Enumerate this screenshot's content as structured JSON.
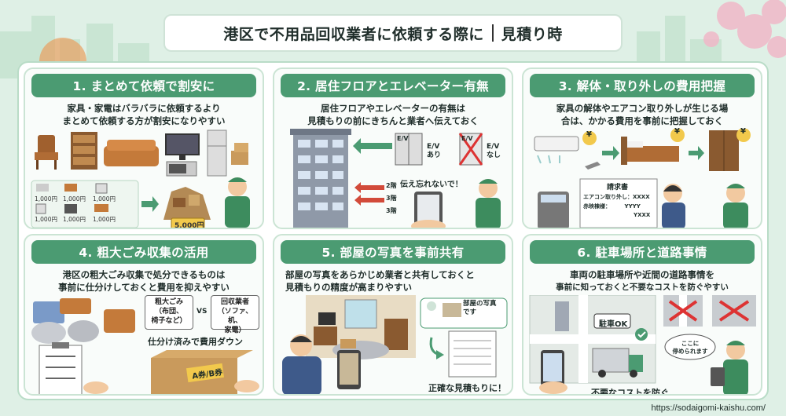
{
  "title": {
    "main": "港区で不用品回収業者に依頼する際に",
    "sub": "見積り時"
  },
  "url": "https://sodaigomi-kaishu.com/",
  "colors": {
    "panel_head": "#4b9b72",
    "board": "#ffffff",
    "background": "#dff0e6",
    "accent": "#e8b64a"
  },
  "panels": [
    {
      "heading": "1. まとめて依頼で割安に",
      "desc_line1": "家具・家電はバラバラに依頼するより",
      "desc_line2": "まとめて依頼する方が割安になりやすい",
      "prices": [
        "1,000円",
        "1,000円",
        "1,000円",
        "1,000円",
        "1,000円",
        "1,000円"
      ],
      "total": "5,000円"
    },
    {
      "heading": "2. 居住フロアとエレベーター有無",
      "desc_line1": "居住フロアやエレベーターの有無は",
      "desc_line2": "見積もりの前にきちんと業者へ伝えておく",
      "ev_yes_top": "E/V",
      "ev_yes": "E/V あり",
      "ev_no_top": "E/V",
      "ev_no": "E/V なし",
      "floors": [
        "2階",
        "3階",
        "3階"
      ],
      "bubble": "伝え忘れないで！"
    },
    {
      "heading": "3. 解体・取り外しの費用把握",
      "desc_line1": "家具の解体やエアコン取り外しが生じる場",
      "desc_line2": "合は、かかる費用を事前に把握しておく",
      "yen": "¥",
      "invoice_title": "請求書",
      "invoice_line1": "エアコン取り外し：XXXX",
      "invoice_line2": "赤映棟様：　　　YYYY",
      "invoice_line3": "YXXX"
    },
    {
      "heading": "4. 粗大ごみ収集の活用",
      "desc_line1": "港区の粗大ごみ収集で処分できるものは",
      "desc_line2": "事前に仕分けしておくと費用を抑えやすい",
      "tag_left_line1": "粗大ごみ",
      "tag_left_line2": "（布団、",
      "tag_left_line3": "椅子など）",
      "vs": "VS",
      "tag_right_line1": "回収業者",
      "tag_right_line2": "（ソファ、机、",
      "tag_right_line3": "家電）",
      "caption": "仕分け済みで費用ダウン",
      "box_label": "A券/B券"
    },
    {
      "heading": "5. 部屋の写真を事前共有",
      "desc_line1": "部屋の写真をあらかじめ業者と共有しておくと",
      "desc_line2": "見積もりの精度が高まりやすい",
      "bubble_line1": "部屋の写真",
      "bubble_line2": "です",
      "caption": "正確な見積もりに！"
    },
    {
      "heading": "6. 駐車場所と道路事情",
      "desc_line1": "車両の駐車場所や近間の道路事情を",
      "desc_line2": "事前に知っておくと不要なコストを防ぐやすい",
      "parking": "駐車OK",
      "bubble_line1": "ここに",
      "bubble_line2": "停められます",
      "caption": "不要なコストを防ぐ"
    }
  ]
}
